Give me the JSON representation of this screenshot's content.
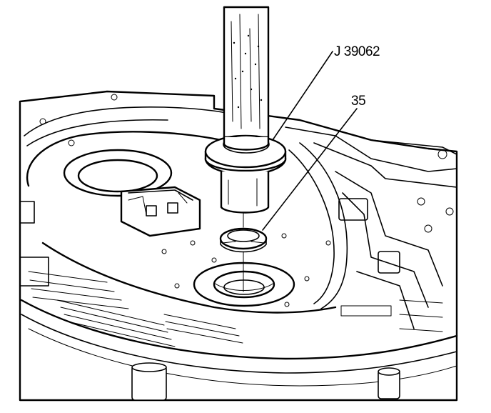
{
  "figure": {
    "callouts": [
      {
        "id": "tool",
        "text": "J 39062"
      },
      {
        "id": "part",
        "text": "35"
      }
    ],
    "components": [
      "seal-installer-tool",
      "seal",
      "transmission-case",
      "valve-body",
      "bore"
    ]
  }
}
